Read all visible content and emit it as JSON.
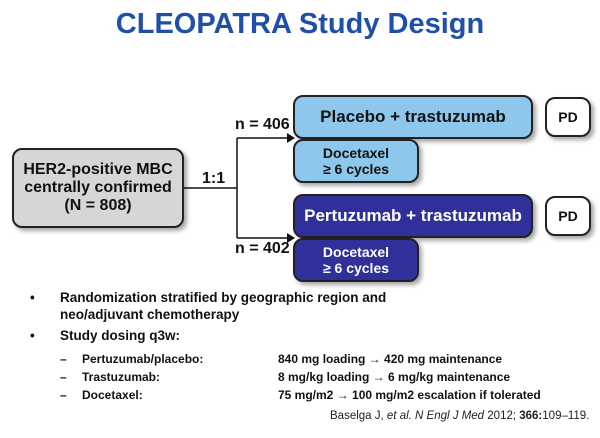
{
  "title": "CLEOPATRA Study Design",
  "population": {
    "line1": "HER2-positive MBC",
    "line2": "centrally confirmed",
    "line3": "(N = 808)"
  },
  "randomization_ratio": "1:1",
  "arm1": {
    "n": "n = 406",
    "regimen": "Placebo + trastuzumab",
    "chemo_line1": "Docetaxel",
    "chemo_line2": "≥ 6 cycles",
    "endpoint": "PD"
  },
  "arm2": {
    "n": "n = 402",
    "regimen": "Pertuzumab + trastuzumab",
    "chemo_line1": "Docetaxel",
    "chemo_line2": "≥ 6 cycles",
    "endpoint": "PD"
  },
  "bullets": [
    {
      "marker": "•",
      "line1": "Randomization stratified by geographic region and",
      "line2": "neo/adjuvant chemotherapy"
    },
    {
      "marker": "•",
      "line1": "Study dosing q3w:"
    }
  ],
  "dosing": [
    {
      "dash": "–",
      "drug": "Pertuzumab/placebo:",
      "dose": "840 mg loading → 420 mg maintenance"
    },
    {
      "dash": "–",
      "drug": "Trastuzumab:",
      "dose": "8 mg/kg loading → 6 mg/kg maintenance"
    },
    {
      "dash": "–",
      "drug": "Docetaxel:",
      "dose": "75 mg/m2 → 100 mg/m2 escalation if tolerated"
    }
  ],
  "citation": {
    "authors": "Baselga J, ",
    "etal": "et al.",
    "journal": " N Engl J Med",
    "year": " 2012; ",
    "volume": "366:",
    "pages": "109–119."
  },
  "colors": {
    "title": "#1f4fa8",
    "placebo_arm": "#8ec7ec",
    "pertuzumab_arm": "#30309a",
    "population_box": "#d6d6d6"
  }
}
